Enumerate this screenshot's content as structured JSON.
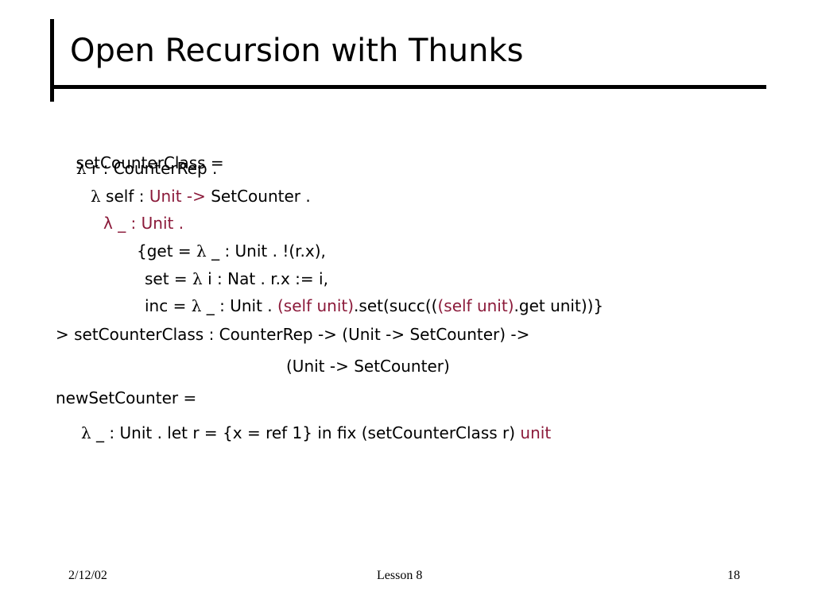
{
  "title": "Open Recursion with Thunks",
  "lines": {
    "l1": "setCounterClass =",
    "l2_lambda": "λ",
    "l2": " r : CounterRep .",
    "l3_lambda": "λ",
    "l3_a": " self : ",
    "l3_b": "Unit ->",
    "l3_c": " SetCounter .",
    "l4": "λ _ : Unit .",
    "l5_a": "{get = ",
    "l5_lambda": "λ",
    "l5_b": " _ : Unit . !(r.x),",
    "l6_a": "set = ",
    "l6_lambda": "λ",
    "l6_b": " i : Nat . r.x := i,",
    "l7_a": "inc = ",
    "l7_lambda": "λ",
    "l7_b": " _ : Unit . ",
    "l7_c": "(self unit)",
    "l7_d": ".set(succ((",
    "l7_e": "(self unit)",
    "l7_f": ".get unit))}",
    "l8": "> setCounterClass : CounterRep -> (Unit -> SetCounter) ->",
    "l9": "(Unit -> SetCounter)",
    "l10": "newSetCounter =",
    "l11_lambda": "λ",
    "l11_a": " _ : Unit . let r = {x = ref 1} in fix (setCounterClass r) ",
    "l11_b": "unit"
  },
  "footer": {
    "date": "2/12/02",
    "center": "Lesson 8",
    "page": "18"
  },
  "colors": {
    "accent": "#8b1a3a"
  }
}
